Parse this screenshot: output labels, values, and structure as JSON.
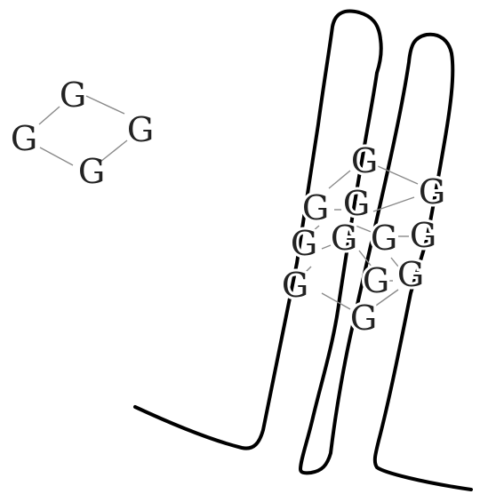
{
  "diagram": {
    "base_letter": "G",
    "tetrad_bases": [
      "G",
      "G",
      "G",
      "G"
    ],
    "quadruplex_bases": [
      "G",
      "G",
      "G",
      "G",
      "G",
      "G",
      "G",
      "G",
      "G",
      "G",
      "G",
      "G"
    ]
  }
}
